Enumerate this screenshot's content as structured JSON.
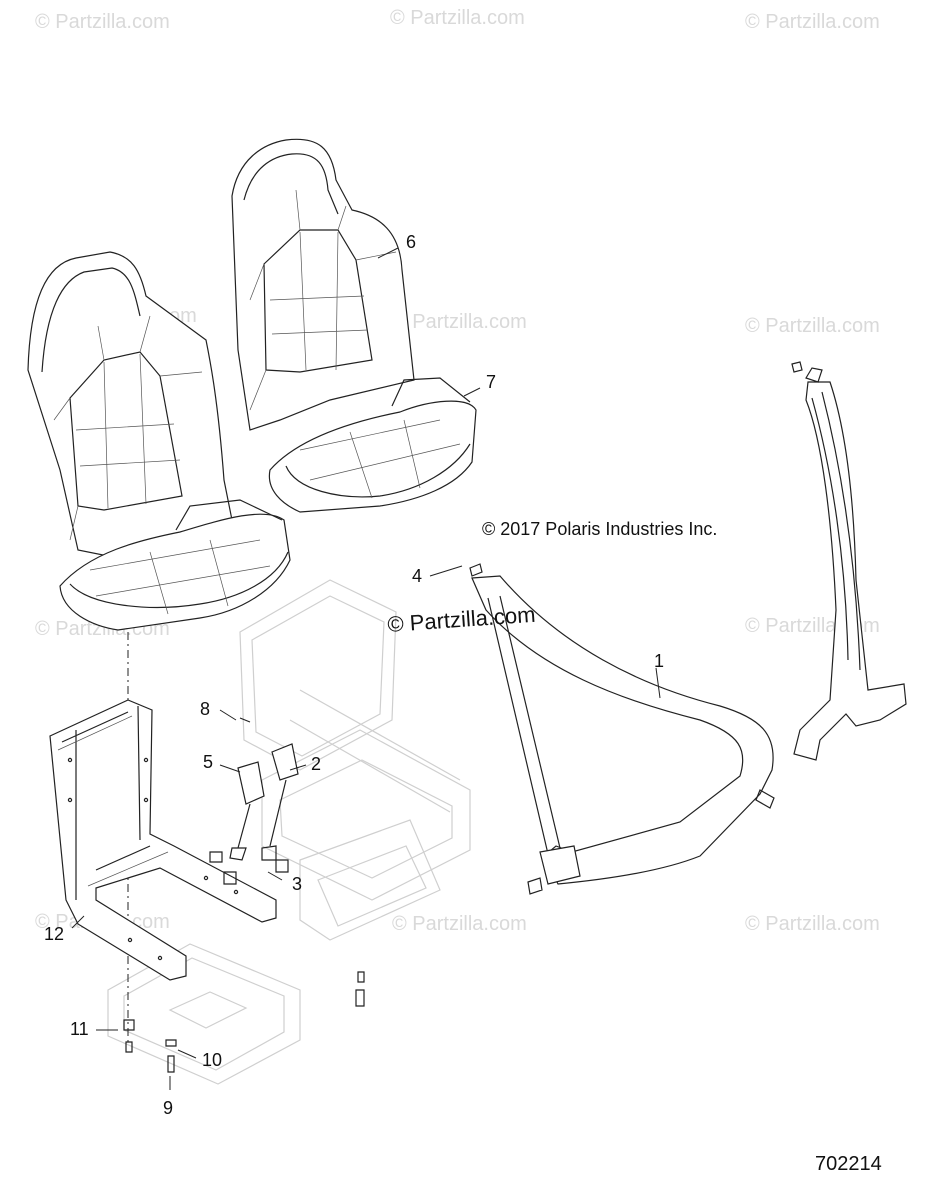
{
  "watermark": "© Partzilla.com",
  "watermark_prominent": "© Partzilla.com",
  "copyright": "© 2017 Polaris Industries Inc.",
  "figure_number": "702214",
  "callouts": {
    "c1": "1",
    "c2": "2",
    "c3": "3",
    "c4": "4",
    "c5": "5",
    "c6": "6",
    "c7": "7",
    "c8": "8",
    "c9": "9",
    "c10": "10",
    "c11": "11",
    "c12": "12"
  }
}
